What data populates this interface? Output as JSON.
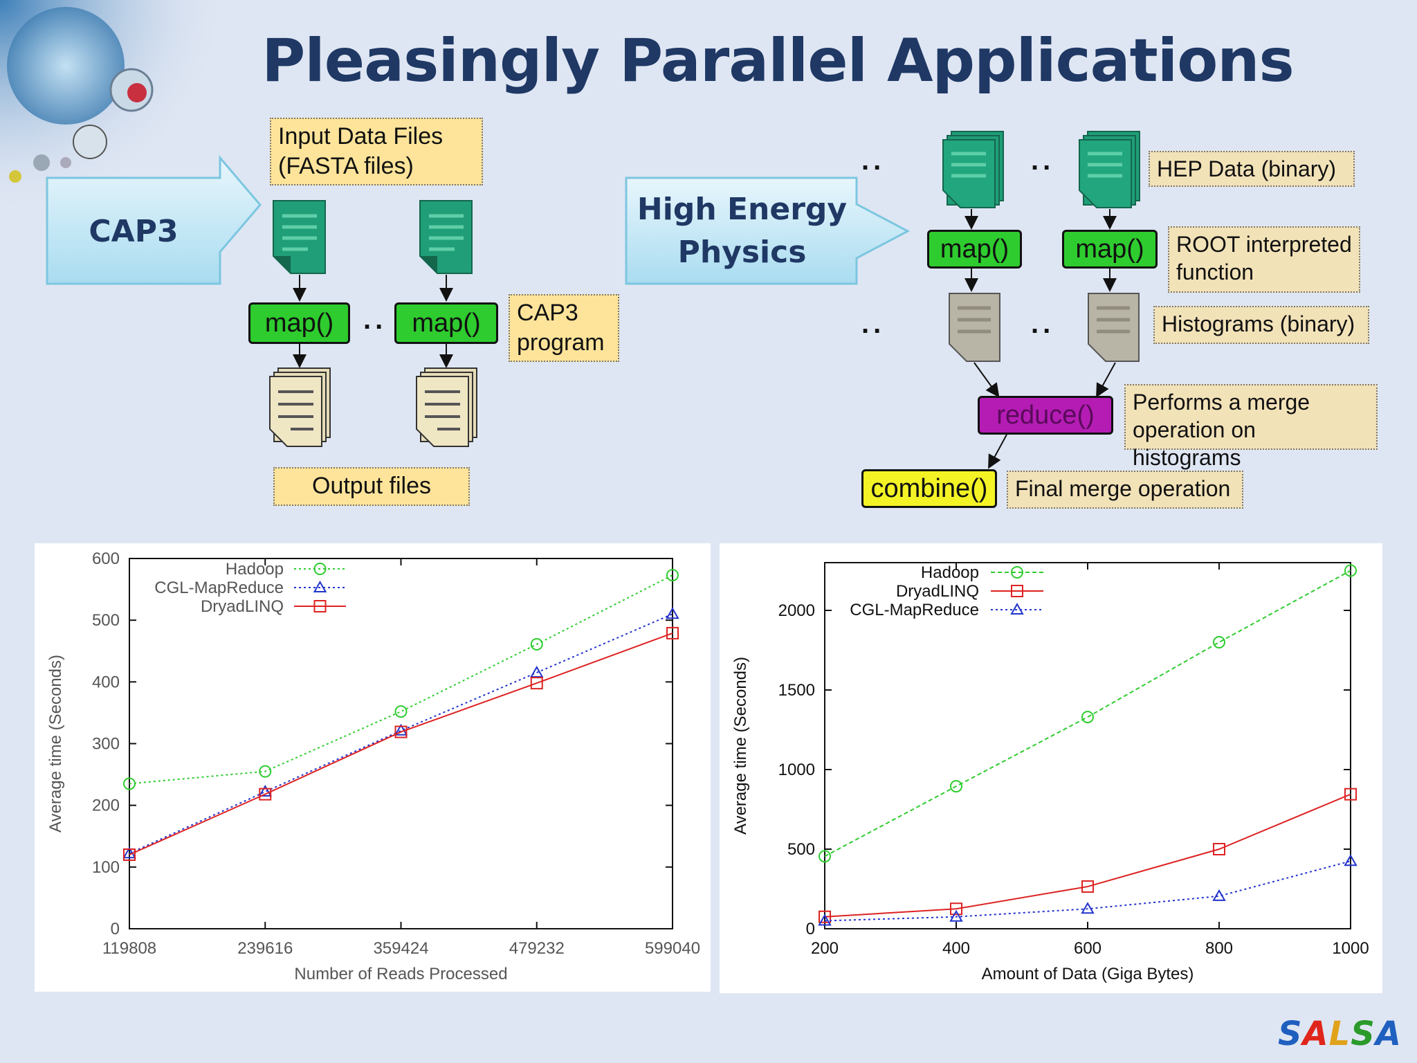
{
  "slide": {
    "title": "Pleasingly Parallel Applications",
    "logo_letters": [
      "S",
      "A",
      "L",
      "S",
      "A"
    ],
    "logo_colors": [
      "#1f5fbf",
      "#e0261b",
      "#e0a21b",
      "#2b9a2b",
      "#1f5fbf"
    ]
  },
  "cap3_diagram": {
    "block_label": "CAP3",
    "input_label": "Input Data Files\n(FASTA files)",
    "map_labels": [
      "map()",
      "map()"
    ],
    "program_label": "CAP3\nprogram",
    "output_label": "Output files",
    "separator": ".."
  },
  "hep_diagram": {
    "block_label": "High Energy\nPhysics",
    "data_label": "HEP Data (binary)",
    "map_labels": [
      "map()",
      "map()"
    ],
    "root_label": "ROOT interpreted\nfunction",
    "histograms_label": "Histograms (binary)",
    "reduce_label": "reduce()",
    "merge_label": "Performs a merge\noperation on histograms",
    "combine_label": "combine()",
    "final_label": "Final merge operation",
    "separator": ".."
  },
  "chart_data": [
    {
      "type": "line",
      "xlabel": "Number of Reads Processed",
      "ylabel": "Average time (Seconds)",
      "x": [
        119808,
        239616,
        359424,
        479232,
        599040
      ],
      "x_tick_labels": [
        "119808",
        "239616",
        "359424",
        "479232",
        "599040"
      ],
      "ylim": [
        0,
        600
      ],
      "y_ticks": [
        0,
        100,
        200,
        300,
        400,
        500,
        600
      ],
      "legend_position": "top-left",
      "series": [
        {
          "name": "Hadoop",
          "values": [
            235,
            255,
            352,
            461,
            573
          ],
          "color": "#2ecc2e",
          "style": "dotted",
          "marker": "circle"
        },
        {
          "name": "CGL-MapReduce",
          "values": [
            122,
            222,
            321,
            415,
            510
          ],
          "color": "#2233cc",
          "style": "dotted",
          "marker": "triangle"
        },
        {
          "name": "DryadLINQ",
          "values": [
            120,
            218,
            319,
            398,
            479
          ],
          "color": "#dd2222",
          "style": "solid",
          "marker": "square"
        }
      ]
    },
    {
      "type": "line",
      "xlabel": "Amount of Data (Giga Bytes)",
      "ylabel": "Average time (Seconds)",
      "x": [
        200,
        400,
        600,
        800,
        1000
      ],
      "x_tick_labels": [
        "200",
        "400",
        "600",
        "800",
        "1000"
      ],
      "ylim": [
        0,
        2300
      ],
      "y_ticks": [
        0,
        500,
        1000,
        1500,
        2000
      ],
      "legend_position": "top-left",
      "series": [
        {
          "name": "Hadoop",
          "values": [
            455,
            895,
            1330,
            1800,
            2250
          ],
          "color": "#2ecc2e",
          "style": "dashed",
          "marker": "circle"
        },
        {
          "name": "DryadLINQ",
          "values": [
            75,
            125,
            265,
            500,
            845
          ],
          "color": "#dd2222",
          "style": "solid",
          "marker": "square"
        },
        {
          "name": "CGL-MapReduce",
          "values": [
            50,
            75,
            125,
            205,
            425
          ],
          "color": "#2233cc",
          "style": "dotted",
          "marker": "triangle"
        }
      ]
    }
  ]
}
